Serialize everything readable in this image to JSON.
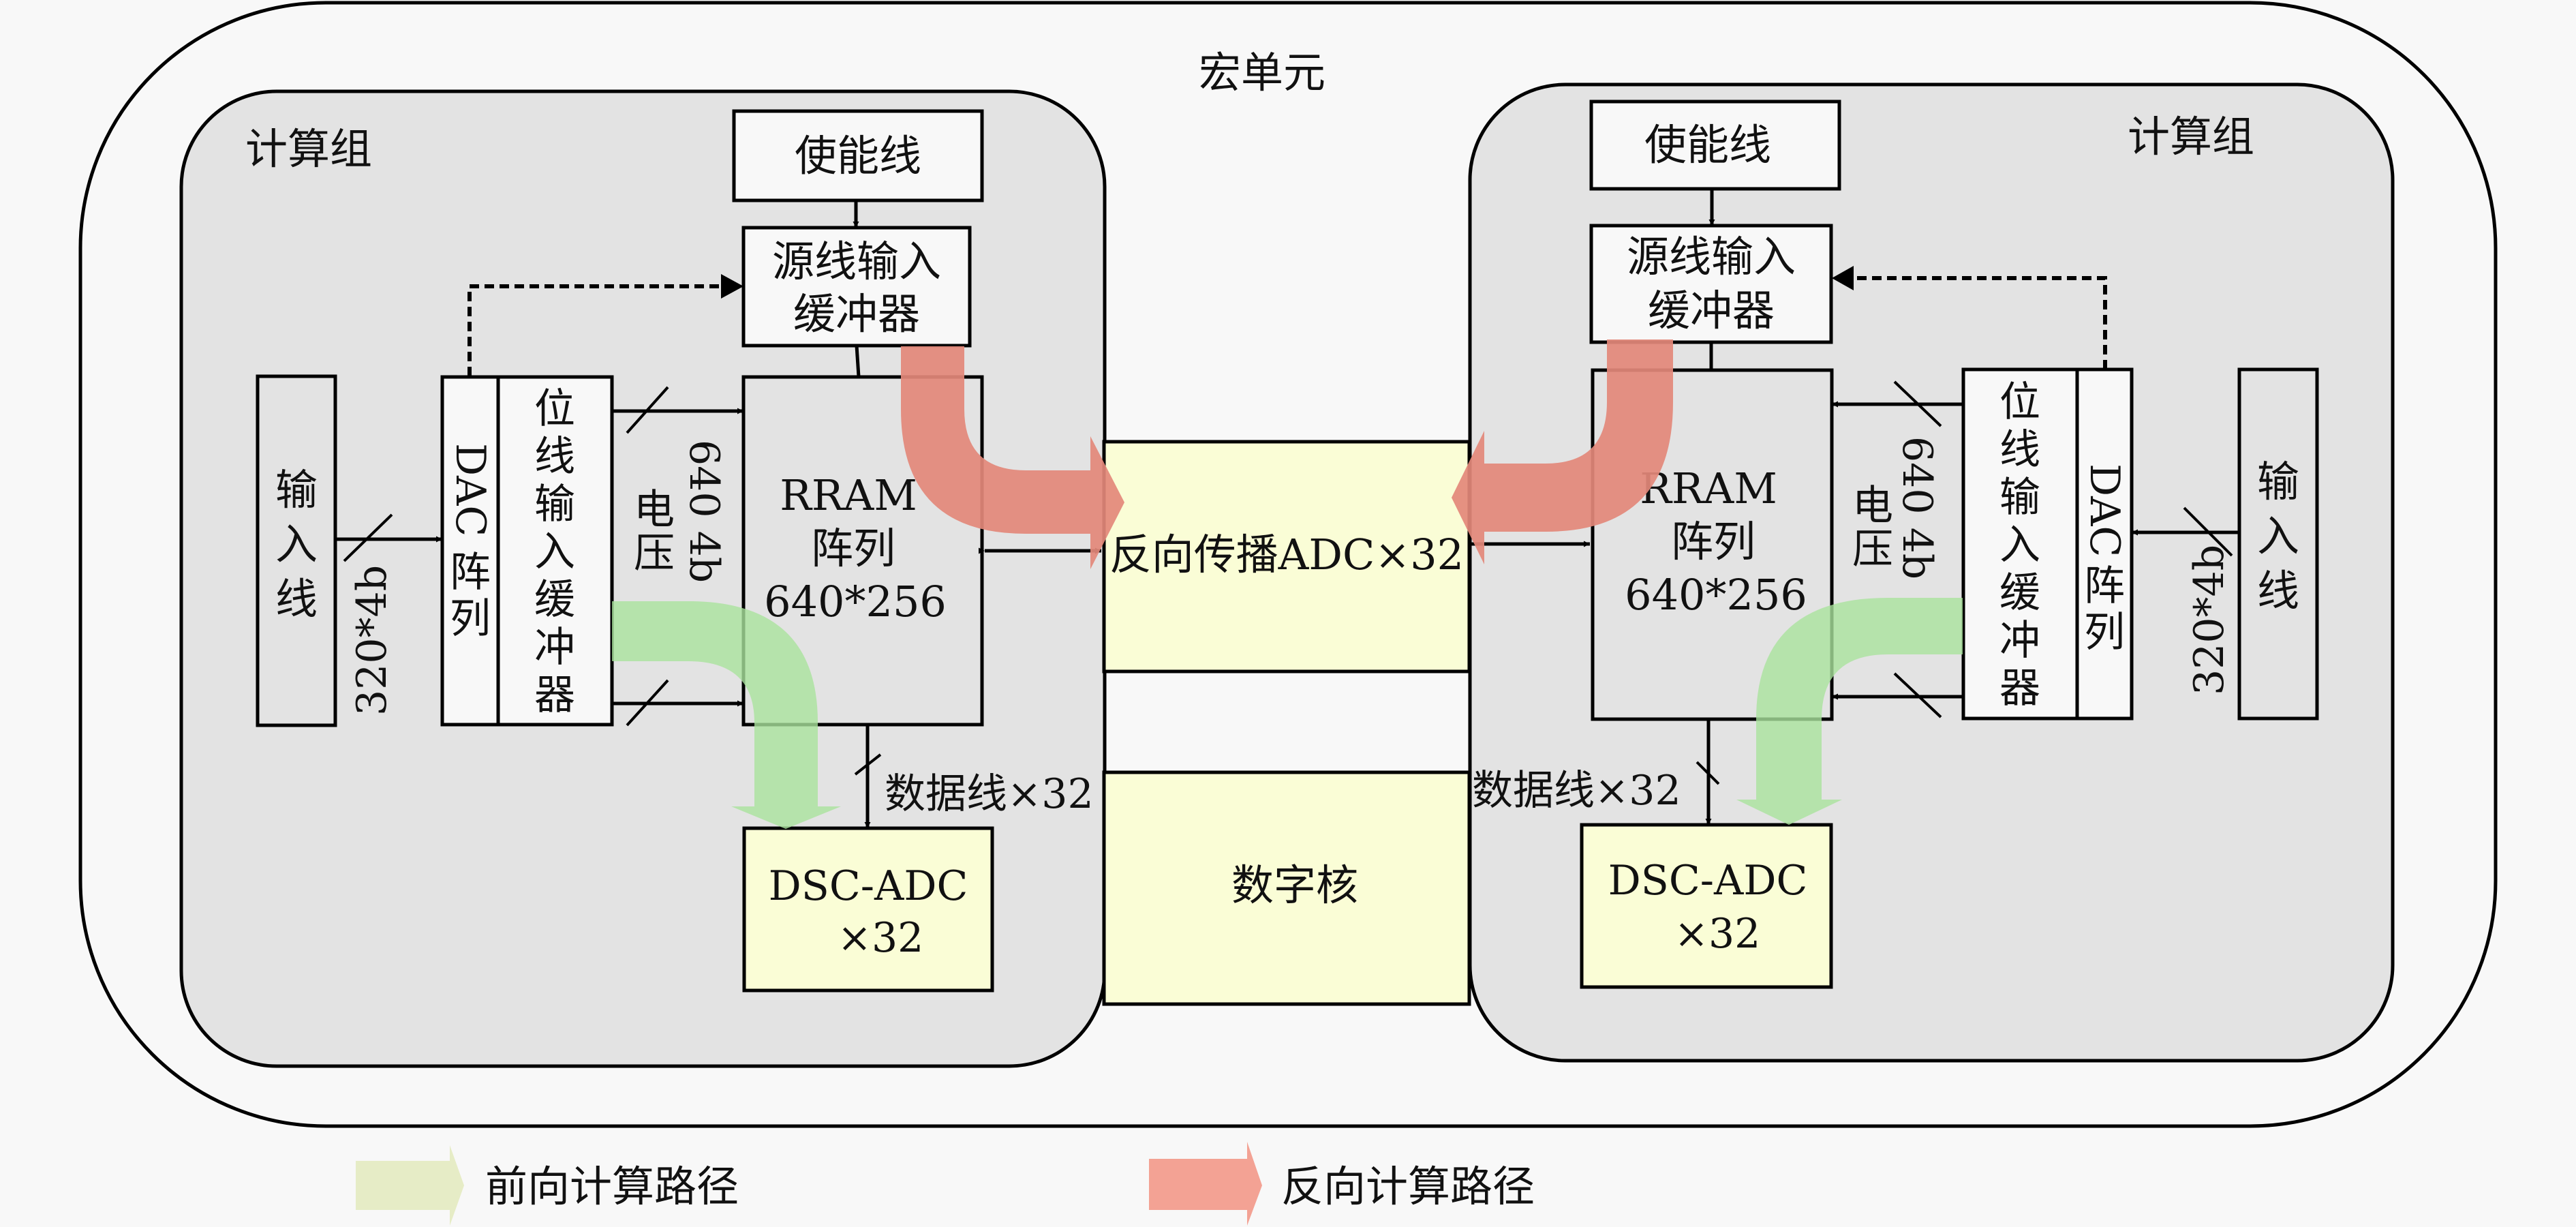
{
  "macro_unit": {
    "title": "宏单元"
  },
  "left_group": {
    "title": "计算组",
    "enable_line": "使能线",
    "source_buffer_line1": "源线输入",
    "source_buffer_line2": "缓冲器",
    "input_line": [
      "输",
      "入",
      "线"
    ],
    "input_bus_label": "320*4b",
    "dac_label_latin": "DAC",
    "dac_label_cjk": [
      "阵",
      "列"
    ],
    "bitline_buffer": [
      "位",
      "线",
      "输",
      "入",
      "缓",
      "冲",
      "器"
    ],
    "voltage_bus_label": "640 4b",
    "voltage_label": [
      "电",
      "压"
    ],
    "rram_line1": "RRAM",
    "rram_line2": "阵列",
    "rram_line3": "640*256",
    "data_line_label": "数据线×32",
    "adc_line1": "DSC-ADC",
    "adc_line2": "×32"
  },
  "right_group": {
    "title": "计算组",
    "enable_line": "使能线",
    "source_buffer_line1": "源线输入",
    "source_buffer_line2": "缓冲器",
    "input_line": [
      "输",
      "入",
      "线"
    ],
    "input_bus_label": "320*4b",
    "dac_label_latin": "DAC",
    "dac_label_cjk": [
      "阵",
      "列"
    ],
    "bitline_buffer": [
      "位",
      "线",
      "输",
      "入",
      "缓",
      "冲",
      "器"
    ],
    "voltage_bus_label": "640 4b",
    "voltage_label": [
      "电",
      "压"
    ],
    "rram_line1": "RRAM",
    "rram_line2": "阵列",
    "rram_line3": "640*256",
    "data_line_label": "数据线×32",
    "adc_line1": "DSC-ADC",
    "adc_line2": "×32"
  },
  "center": {
    "backprop_adc": "反向传播ADC×32",
    "digital_core": "数字核"
  },
  "legend": {
    "forward": "前向计算路径",
    "backward": "反向计算路径"
  },
  "colors": {
    "background": "#f8f8f8",
    "group_fill": "#e3e3e3",
    "box_fill": "#f8f8f8",
    "yellow_fill": "#fafdd6",
    "backward_path": "#e3887a",
    "forward_path": "#a9e29c",
    "legend_forward": "#e6ecc6",
    "legend_backward": "#f3a294"
  }
}
